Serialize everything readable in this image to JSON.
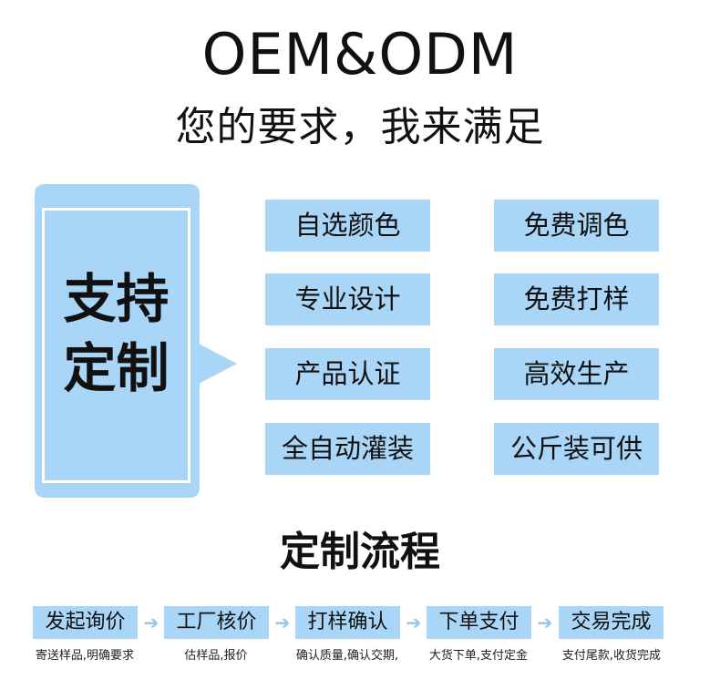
{
  "header": {
    "title": "OEM&ODM",
    "subtitle": "您的要求，我来满足"
  },
  "panel": {
    "line1": "支持",
    "line2": "定制"
  },
  "features": [
    "自选颜色",
    "免费调色",
    "专业设计",
    "免费打样",
    "产品认证",
    "高效生产",
    "全自动灌装",
    "公斤装可供"
  ],
  "process": {
    "title": "定制流程",
    "steps": [
      {
        "label": "发起询价",
        "desc": "寄送样品,明确要求"
      },
      {
        "label": "工厂核价",
        "desc": "估样品,报价"
      },
      {
        "label": "打样确认",
        "desc": "确认质量,确认交期,"
      },
      {
        "label": "下单支付",
        "desc": "大货下单,支付定金"
      },
      {
        "label": "交易完成",
        "desc": "支付尾款,收货完成"
      }
    ],
    "arrow_icon": "arrow-right-icon"
  },
  "colors": {
    "accent": "#a9d5f6",
    "text": "#111111"
  }
}
